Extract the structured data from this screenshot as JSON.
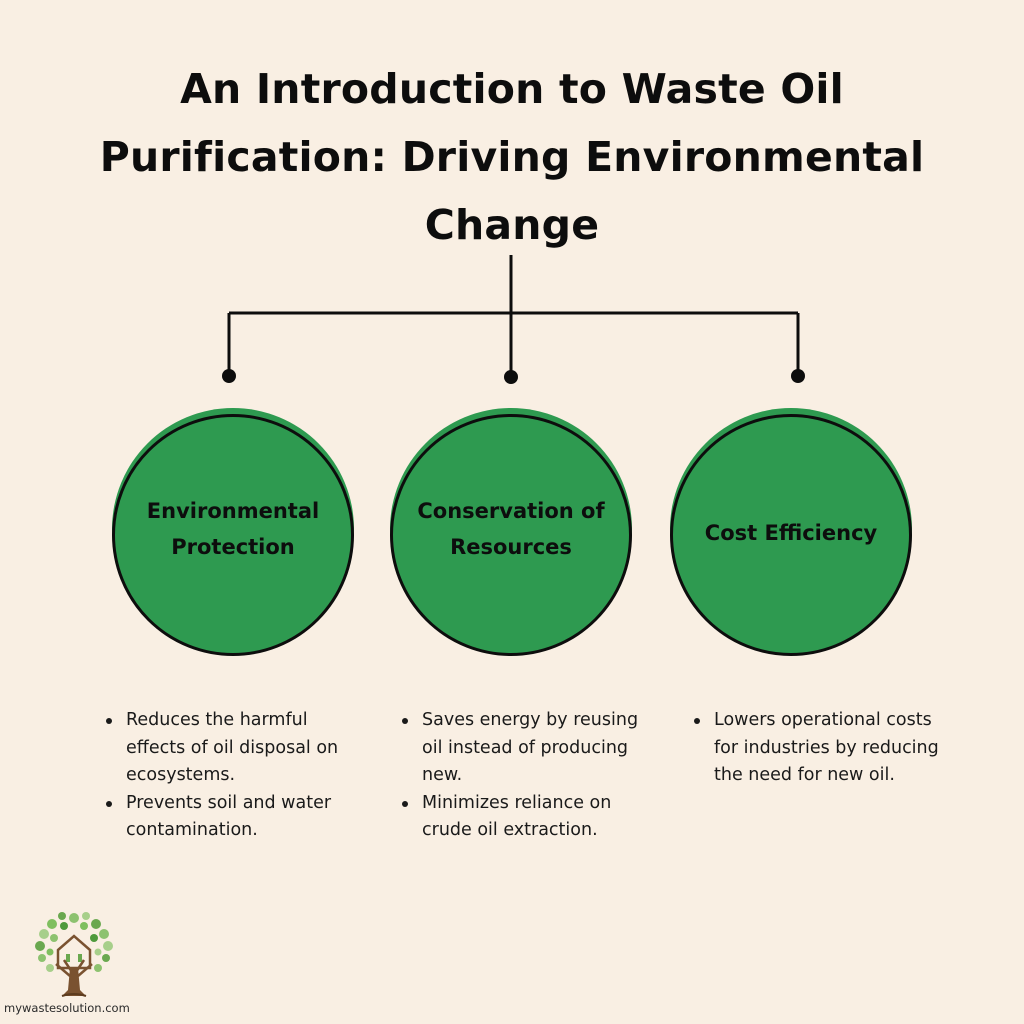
{
  "title": "An Introduction to Waste Oil Purification: Driving Environmental Change",
  "colors": {
    "background": "#f9efe3",
    "circle_fill": "#2e9a50",
    "line": "#0d0d0d"
  },
  "branches": [
    {
      "label": "Environmental Protection",
      "bullets": [
        "Reduces the harmful effects of oil disposal on ecosystems.",
        "Prevents soil and water contamination."
      ]
    },
    {
      "label": "Conservation of Resources",
      "bullets": [
        "Saves energy by reusing oil instead of producing new.",
        "Minimizes reliance on crude oil extraction."
      ]
    },
    {
      "label": "Cost Efficiency",
      "bullets": [
        "Lowers operational costs for industries by reducing the need for new oil."
      ]
    }
  ],
  "footer": {
    "logo_icon": "tree-logo-icon",
    "site": "mywastesolution.com"
  }
}
